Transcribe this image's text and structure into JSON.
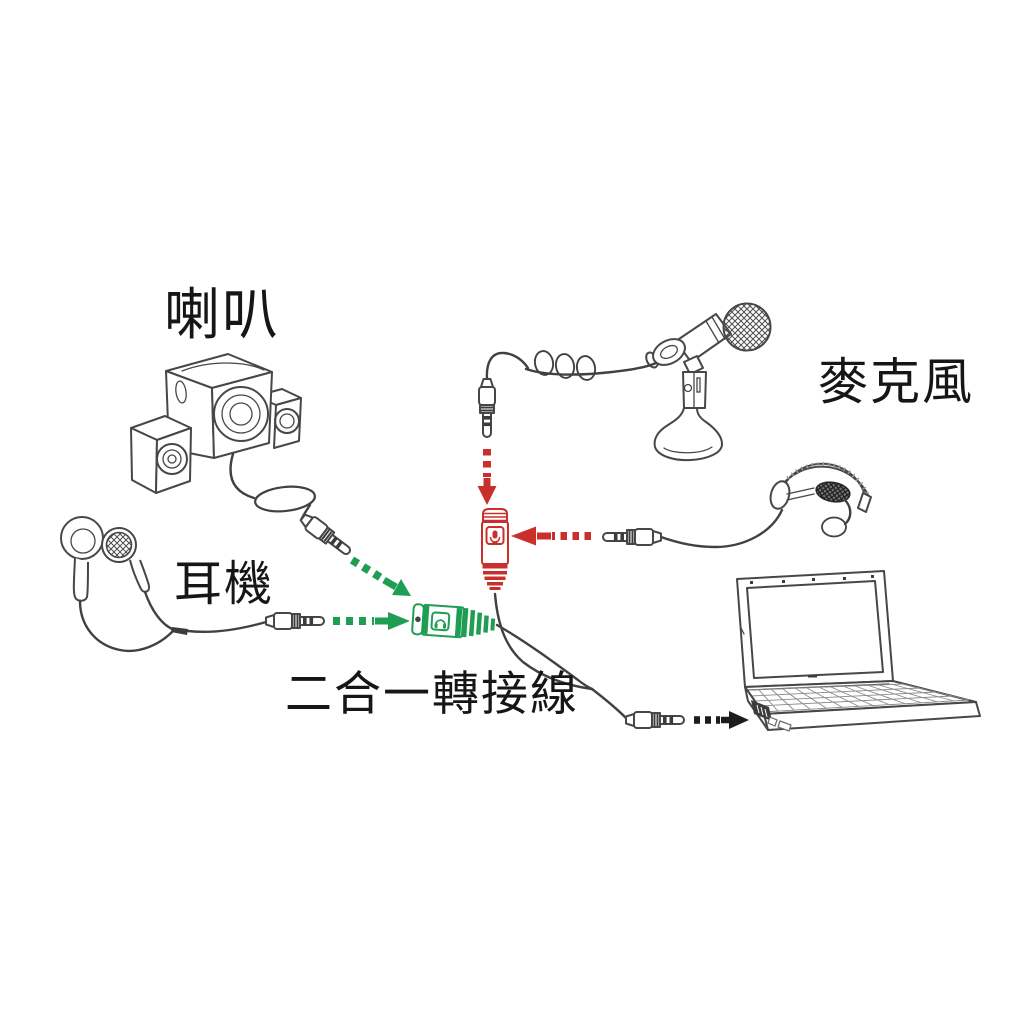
{
  "labels": {
    "speakers": "喇叭",
    "earphones": "耳機",
    "microphone": "麥克風",
    "adapter": "二合一轉接線"
  },
  "colors": {
    "adapter_green": "#1f9e53",
    "adapter_red": "#c9302c",
    "line_gray": "#474747",
    "arrow_black": "#1c1c1c",
    "background": "#ffffff"
  },
  "adapter": {
    "green_connector": {
      "icon": "headphones-icon",
      "color": "#1f9e53",
      "connects": [
        "speakers",
        "earphones"
      ]
    },
    "red_connector": {
      "icon": "microphone-icon",
      "color": "#c9302c",
      "connects": [
        "microphone",
        "headset"
      ]
    },
    "output_plug": {
      "connects": "laptop"
    }
  },
  "connections": [
    {
      "from": "speaker-plug",
      "to": "green-connector",
      "arrow": "green-dashed-diagonal"
    },
    {
      "from": "earphone-plug",
      "to": "green-connector",
      "arrow": "green-dashed-horizontal"
    },
    {
      "from": "microphone-plug",
      "to": "red-connector",
      "arrow": "red-dashed-down"
    },
    {
      "from": "headset-plug",
      "to": "red-connector",
      "arrow": "red-dashed-left"
    },
    {
      "from": "adapter-output-plug",
      "to": "laptop",
      "arrow": "black-dashed-right"
    }
  ]
}
